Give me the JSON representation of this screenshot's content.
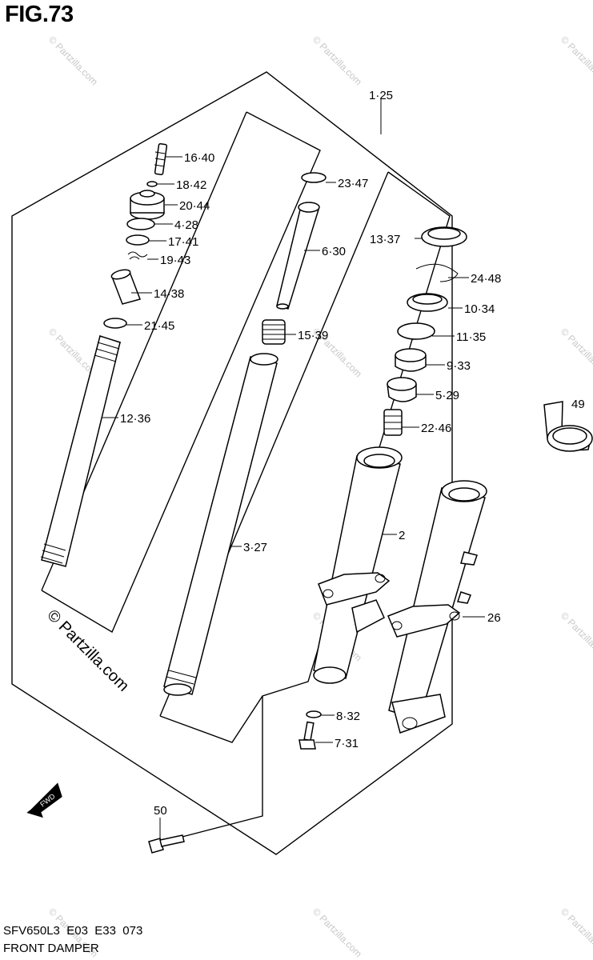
{
  "figure_title": "FIG.73",
  "model_code": "SFV650L3  E03  E33  073",
  "assembly_name": "FRONT DAMPER",
  "watermark": "© Partzilla.com",
  "fwd_label": "FWD",
  "callouts": [
    "1·25",
    "16·40",
    "18·42",
    "20·44",
    "4·28",
    "17·41",
    "19·43",
    "14·38",
    "21·45",
    "12·36",
    "23·47",
    "6·30",
    "15·39",
    "3·27",
    "13·37",
    "24·48",
    "10·34",
    "11·35",
    "9·33",
    "5·29",
    "22·46",
    "2",
    "26",
    "8·32",
    "7·31",
    "49",
    "50"
  ]
}
